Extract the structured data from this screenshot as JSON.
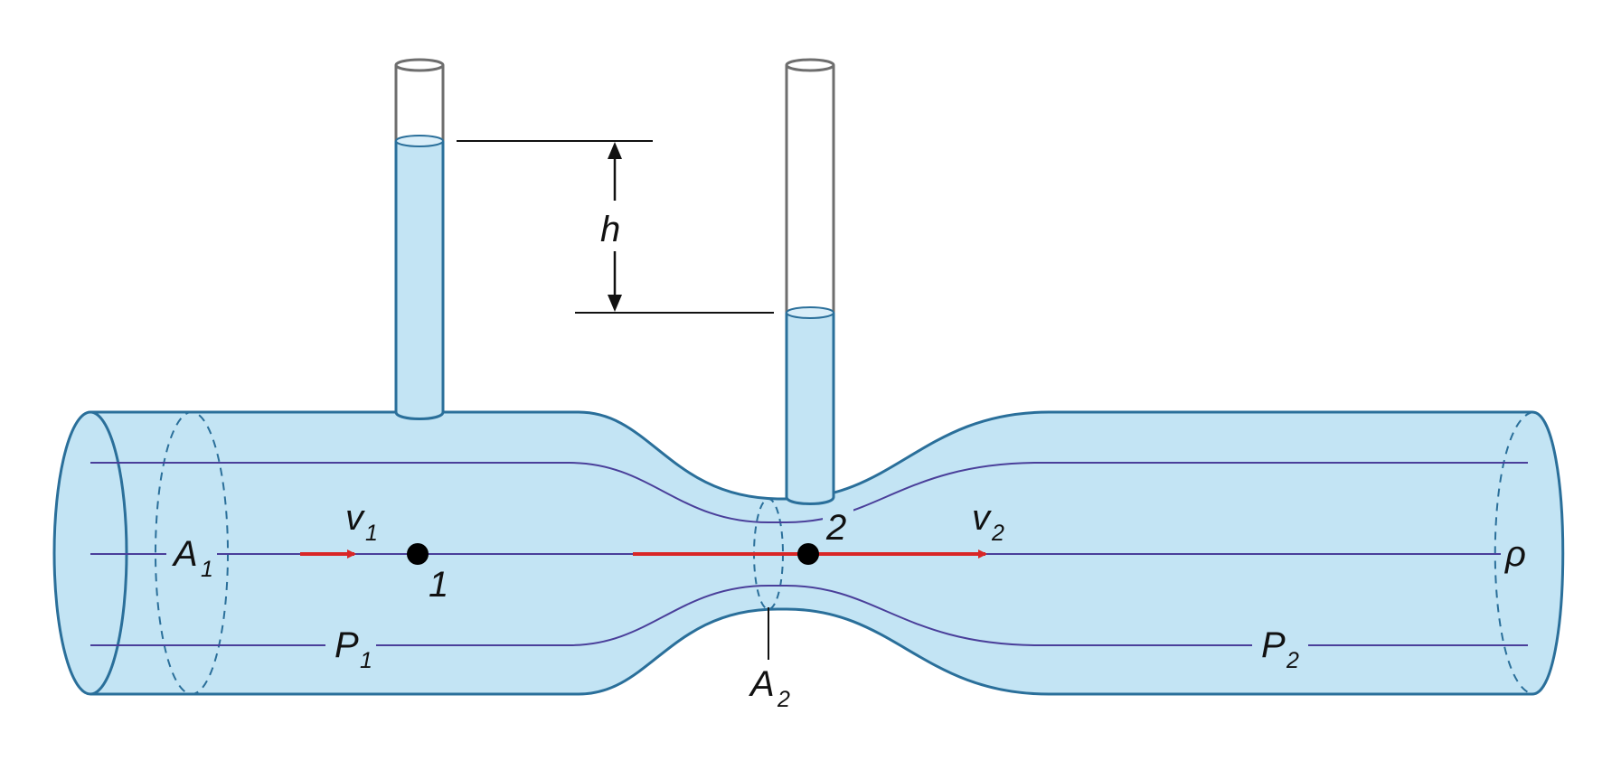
{
  "diagram": {
    "labels": {
      "h": "h",
      "v1": {
        "main": "v",
        "sub": "1"
      },
      "v2": {
        "main": "v",
        "sub": "2"
      },
      "A1": {
        "main": "A",
        "sub": "1"
      },
      "A2": {
        "main": "A",
        "sub": "2"
      },
      "P1": {
        "main": "P",
        "sub": "1"
      },
      "P2": {
        "main": "P",
        "sub": "2"
      },
      "point1": "1",
      "point2": "2",
      "rho": "ρ"
    },
    "colors": {
      "fluid": "#c3e4f4",
      "pipe_outline": "#2a6f9a",
      "streamline": "#4a3f9a",
      "velocity_arrow": "#d92626",
      "tube_outline": "#6e6e6e",
      "dimension_line": "#111111",
      "point_marker": "#000000"
    },
    "icons": {
      "point1": "filled-circle",
      "point2": "filled-circle",
      "h_arrows": "double-headed-arrow"
    }
  }
}
